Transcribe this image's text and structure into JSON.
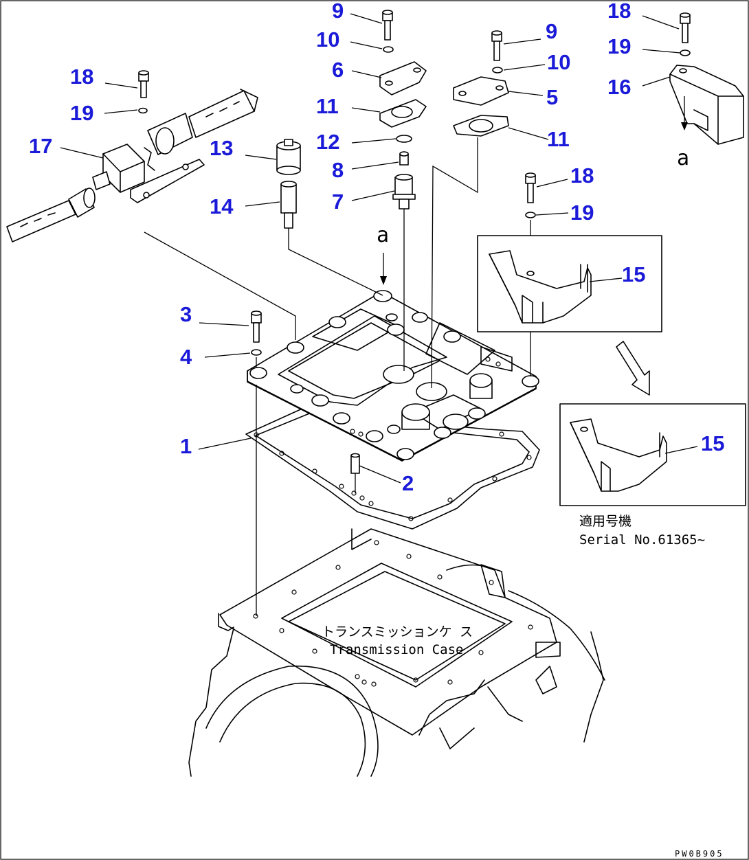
{
  "callouts": {
    "c1": "1",
    "c2": "2",
    "c3": "3",
    "c4": "4",
    "c5": "5",
    "c6": "6",
    "c7": "7",
    "c8": "8",
    "c9a": "9",
    "c9b": "9",
    "c10a": "10",
    "c10b": "10",
    "c11a": "11",
    "c11b": "11",
    "c12": "12",
    "c13": "13",
    "c14": "14",
    "c15a": "15",
    "c15b": "15",
    "c16": "16",
    "c17": "17",
    "c18a": "18",
    "c18b": "18",
    "c18c": "18",
    "c19a": "19",
    "c19b": "19",
    "c19c": "19"
  },
  "view_letters": {
    "a_top": "a",
    "a_side": "a"
  },
  "notes": {
    "serial_jp": "適用号機",
    "serial_en": "Serial No.61365~",
    "case_jp": "トランスミッションケ ス",
    "case_en": "Transmission Case"
  },
  "drawing_code": "PW0B905",
  "colors": {
    "callout": "#1a1ad8",
    "line": "#000000",
    "background": "#ffffff"
  }
}
